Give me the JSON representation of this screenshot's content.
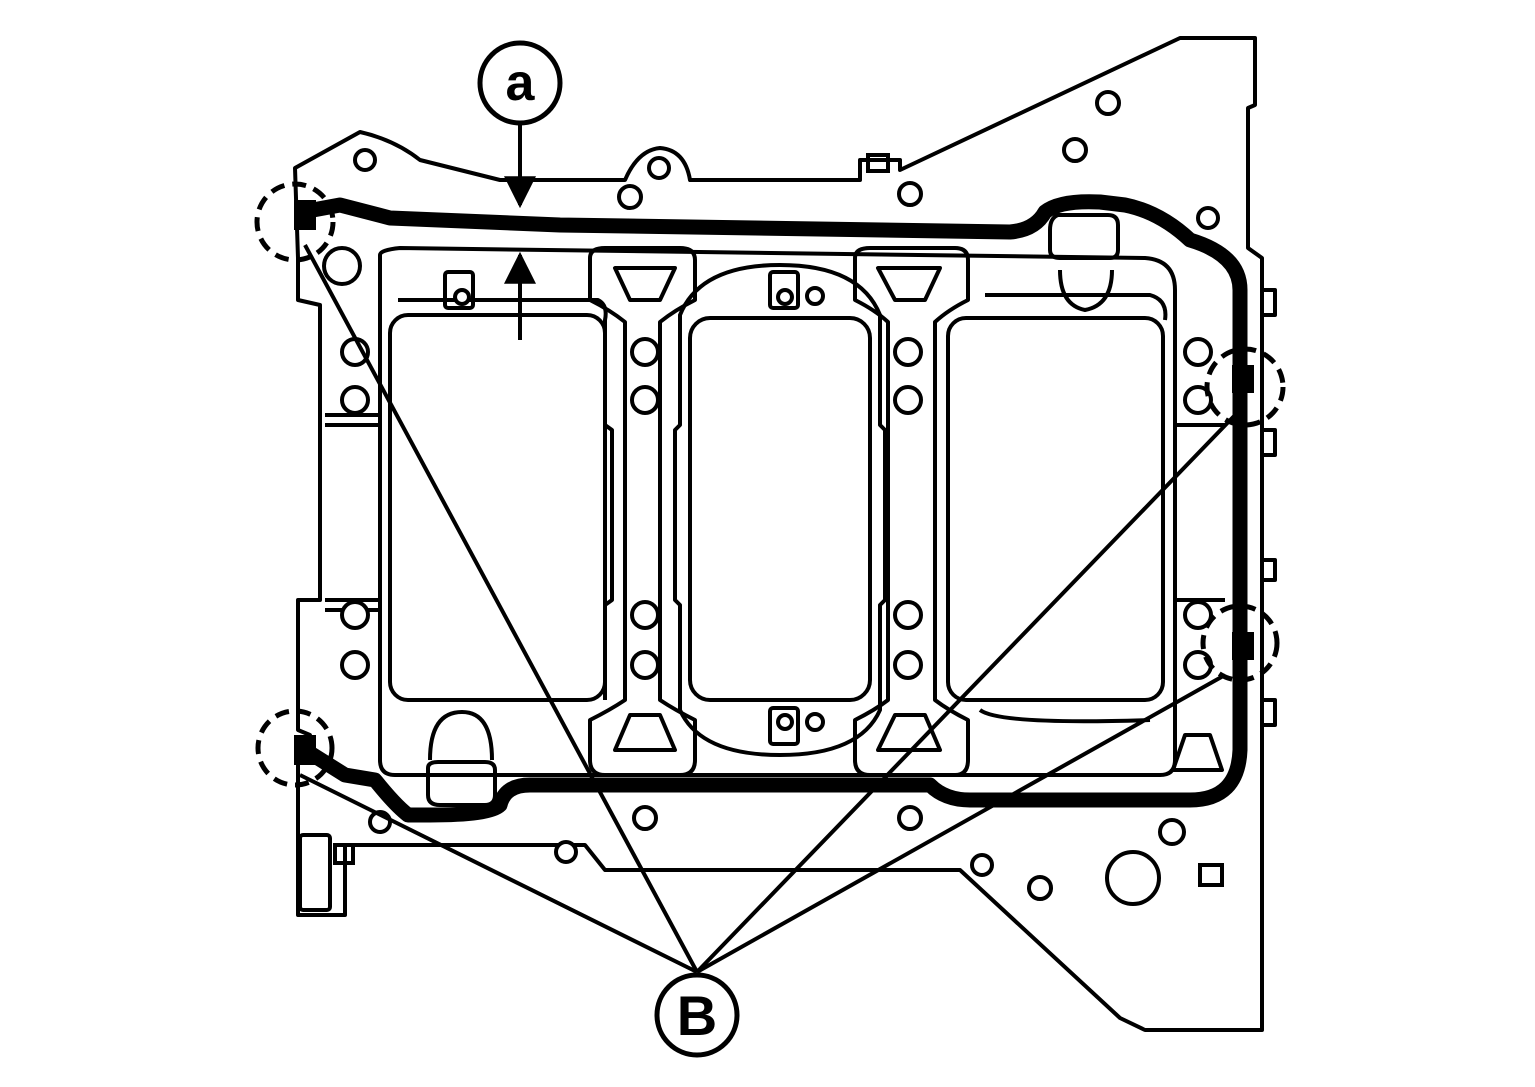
{
  "diagram": {
    "callouts": {
      "dimension_label": "a",
      "sealant_points_label": "B"
    },
    "colors": {
      "line": "#000000",
      "background": "#ffffff",
      "sealant_bead": "#000000"
    },
    "sealant_bead_points_count": 4
  }
}
